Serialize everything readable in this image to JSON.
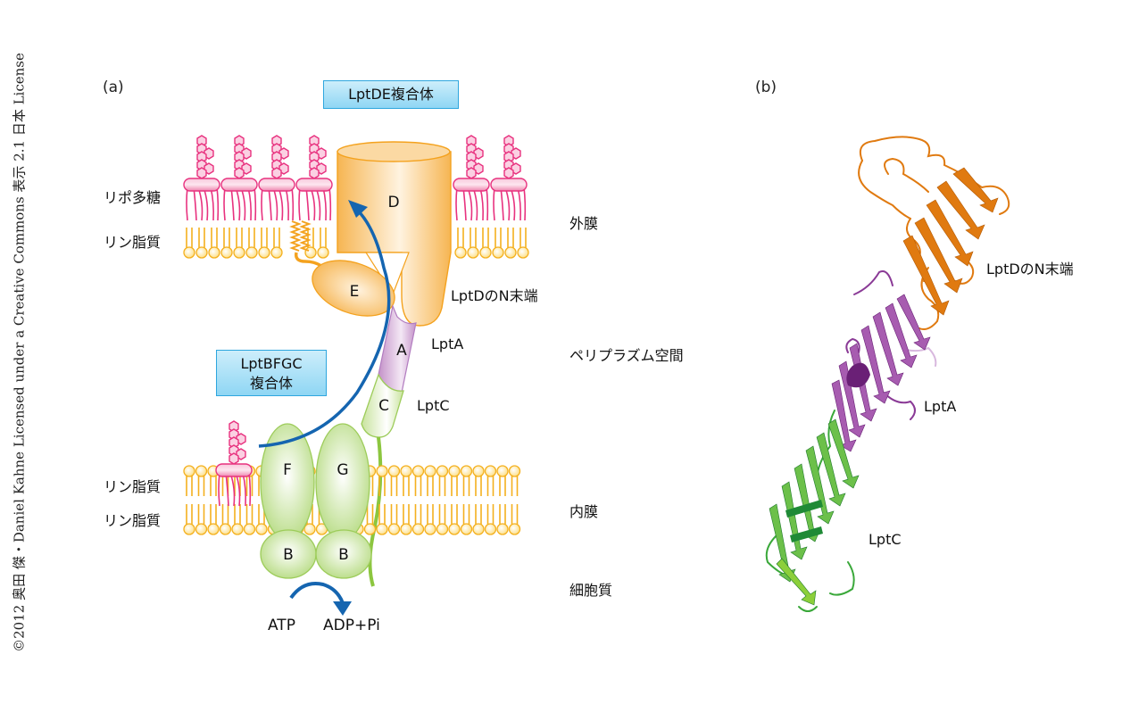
{
  "credit": "©2012 奥田 傑・Daniel Kahne Licensed under a Creative Commons 表示 2.1 日本 License",
  "panel_a": {
    "label": "(a)",
    "complex_lptde": "LptDE複合体",
    "complex_lptbfgc_line1": "LptBFGC",
    "complex_lptbfgc_line2": "複合体",
    "left_labels": {
      "lps": "リポ多糖",
      "phospholipid_outer": "リン脂質",
      "phospholipid_inner_top": "リン脂質",
      "phospholipid_inner_bottom": "リン脂質"
    },
    "right_labels": {
      "outer_membrane": "外膜",
      "lptd_n_terminus": "LptDのN末端",
      "periplasm": "ペリプラズム空間",
      "lpta": "LptA",
      "lptc": "LptC",
      "inner_membrane": "内膜",
      "cytoplasm": "細胞質"
    },
    "proteins": {
      "d": "D",
      "e": "E",
      "a": "A",
      "c": "C",
      "f": "F",
      "g": "G",
      "b1": "B",
      "b2": "B"
    },
    "atp": "ATP",
    "adp": "ADP+Pi",
    "colors": {
      "lps": "#e8327f",
      "lipid": "#f4b01e",
      "lptd": "#f6b552",
      "lpta": "#c391c8",
      "green": "#9dcc5a",
      "arrow": "#1565b0",
      "box": "#8fd6f4"
    }
  },
  "panel_b": {
    "label": "(b)",
    "lptd_n_terminus": "LptDのN末端",
    "lpta": "LptA",
    "lptc": "LptC",
    "colors": {
      "lptd": "#e07a10",
      "lpta": "#8a3a96",
      "lptc": "#3aa83a"
    }
  }
}
